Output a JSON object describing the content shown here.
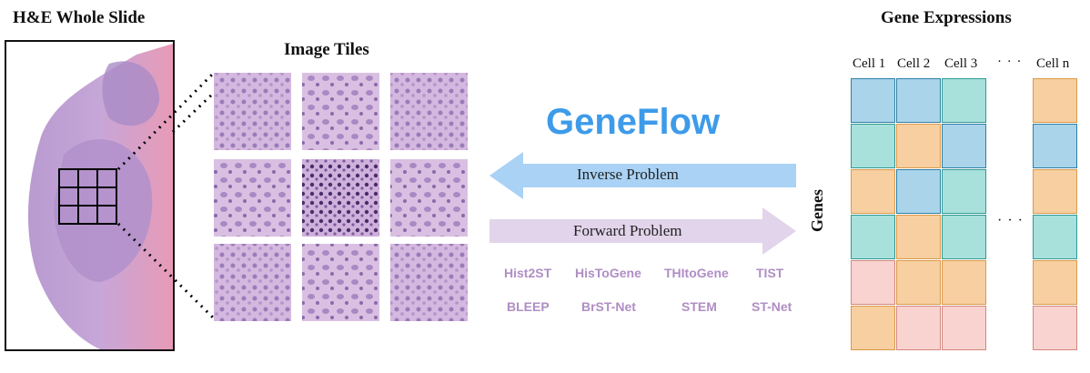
{
  "slide": {
    "title": "H&E Whole Slide"
  },
  "tiles": {
    "title": "Image Tiles"
  },
  "brand": {
    "name": "GeneFlow"
  },
  "arrows": {
    "inverse": "Inverse Problem",
    "forward": "Forward Problem"
  },
  "methods": [
    "Hist2ST",
    "HisToGene",
    "THItoGene",
    "TIST",
    "BLEEP",
    "BrST-Net",
    "STEM",
    "ST-Net"
  ],
  "expression": {
    "title": "Gene Expressions",
    "genes_label": "Genes",
    "cells": [
      "Cell 1",
      "Cell 2",
      "Cell 3",
      "Cell n"
    ],
    "ellipsis": "· · ·",
    "colors": {
      "blue": "#a9d4ea",
      "teal": "#a8e0dc",
      "orange": "#f7cfa0",
      "pink": "#f8d3d0"
    },
    "grid": [
      [
        "blue",
        "blue",
        "teal",
        "orange"
      ],
      [
        "teal",
        "orange",
        "blue",
        "blue"
      ],
      [
        "orange",
        "blue",
        "teal",
        "orange"
      ],
      [
        "teal",
        "orange",
        "teal",
        "teal"
      ],
      [
        "pink",
        "orange",
        "orange",
        "orange"
      ],
      [
        "orange",
        "pink",
        "pink",
        "pink"
      ]
    ]
  },
  "colors": {
    "accent": "#3d9be9",
    "inverse_arrow": "#a9d2f5",
    "forward_arrow": "#e2d4ea",
    "method_text": "#b08ec4"
  }
}
